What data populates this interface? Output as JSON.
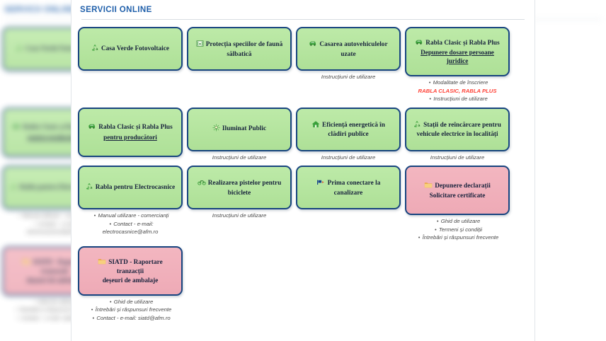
{
  "panel": {
    "title": "SERVICII ONLINE"
  },
  "colors": {
    "title_blue": "#1f5faa",
    "card_border": "#17447f",
    "card_green": "#b6e6a0",
    "card_pink": "#f0aeba",
    "link_gray": "#4a4a4a",
    "link_red": "#ff4136"
  },
  "cards": [
    {
      "id": "casa-verde-fotovoltaice",
      "icon": "recycle-icon",
      "color": "green",
      "title": "Casa Verde Fotovoltaice",
      "subtitle": "",
      "links": []
    },
    {
      "id": "protectia-speciilor-fauna",
      "icon": "fauna-icon",
      "color": "green",
      "title": "Protecția speciilor de faună sălbatică",
      "subtitle": "",
      "links": []
    },
    {
      "id": "casarea-autovehiculelor-uzate",
      "icon": "car-icon",
      "color": "green",
      "title": "Casarea autovehiculelor uzate",
      "subtitle": "",
      "links": [
        {
          "label": "Instrucțiuni de utilizare",
          "bullet": false,
          "style": "normal"
        }
      ]
    },
    {
      "id": "rabla-clasic-plus-juridice",
      "icon": "car-icon",
      "color": "green",
      "title": "Rabla Clasic și Rabla Plus",
      "subtitle": "Depunere dosare persoane juridice",
      "links": [
        {
          "label": "Modalitate de înscriere",
          "bullet": true,
          "style": "normal"
        },
        {
          "label": "RABLA CLASIC, RABLA PLUS",
          "bullet": false,
          "style": "red"
        },
        {
          "label": "Instrucțiuni de utilizare",
          "bullet": true,
          "style": "normal"
        }
      ]
    },
    {
      "id": "rabla-clasic-plus-producatori",
      "icon": "car-icon",
      "color": "green",
      "title": "Rabla Clasic și Rabla Plus",
      "subtitle": "pentru producători",
      "links": []
    },
    {
      "id": "iluminat-public",
      "icon": "lightbulb-icon",
      "color": "green",
      "title": "Iluminat Public",
      "subtitle": "",
      "links": [
        {
          "label": "Instrucțiuni de utilizare",
          "bullet": false,
          "style": "normal"
        }
      ]
    },
    {
      "id": "eficienta-energetica-cladiri",
      "icon": "house-icon",
      "color": "green",
      "title": "Eficiență energetică în clădiri publice",
      "subtitle": "",
      "links": [
        {
          "label": "Instrucțiuni de utilizare",
          "bullet": false,
          "style": "normal"
        }
      ]
    },
    {
      "id": "statii-reincarcare-localitati",
      "icon": "recycle-icon",
      "color": "green",
      "title": "Stații de reîncărcare pentru vehicule electrice în localități",
      "subtitle": "",
      "links": [
        {
          "label": "Instrucțiuni de utilizare",
          "bullet": false,
          "style": "normal"
        }
      ]
    },
    {
      "id": "rabla-electrocasnice",
      "icon": "recycle-icon",
      "color": "green",
      "title": "Rabla pentru Electrocasnice",
      "subtitle": "",
      "links": [
        {
          "label": "Manual utilizare - comercianți",
          "bullet": true,
          "style": "normal"
        },
        {
          "label": "Contact - e-mail:",
          "bullet": true,
          "style": "normal"
        },
        {
          "label": "electrocasnice@afm.ro",
          "bullet": false,
          "style": "normal"
        }
      ]
    },
    {
      "id": "realizarea-pistelor-biciclete",
      "icon": "bicycle-icon",
      "color": "green",
      "title": "Realizarea pistelor pentru biciclete",
      "subtitle": "",
      "links": [
        {
          "label": "Instrucțiuni de utilizare",
          "bullet": false,
          "style": "normal"
        }
      ]
    },
    {
      "id": "prima-conectare-canalizare",
      "icon": "flag-icon",
      "color": "green",
      "title": "Prima conectare la canalizare",
      "subtitle": "",
      "links": []
    },
    {
      "id": "depunere-declaratii-certificate",
      "icon": "folder-icon",
      "color": "pink",
      "title": "Depunere declarații",
      "subtitle": "Solicitare certificate",
      "subtitle_underline": false,
      "links": [
        {
          "label": "Ghid de utilizare",
          "bullet": true,
          "style": "normal"
        },
        {
          "label": "Termeni și condiții",
          "bullet": true,
          "style": "normal"
        },
        {
          "label": "Întrebări și răspunsuri frecvente",
          "bullet": true,
          "style": "normal"
        }
      ]
    },
    {
      "id": "siatd-raportare-tranzactii",
      "icon": "folder-icon",
      "color": "pink",
      "title": "SIATD - Raportare tranzacții",
      "subtitle": "deșeuri de ambalaje",
      "subtitle_underline": false,
      "links": [
        {
          "label": "Ghid de utilizare",
          "bullet": true,
          "style": "normal"
        },
        {
          "label": "Întrebări și răspunsuri frecvente",
          "bullet": true,
          "style": "normal"
        },
        {
          "label": "Contact - e-mail: siatd@afm.ro",
          "bullet": true,
          "style": "normal"
        }
      ]
    }
  ]
}
